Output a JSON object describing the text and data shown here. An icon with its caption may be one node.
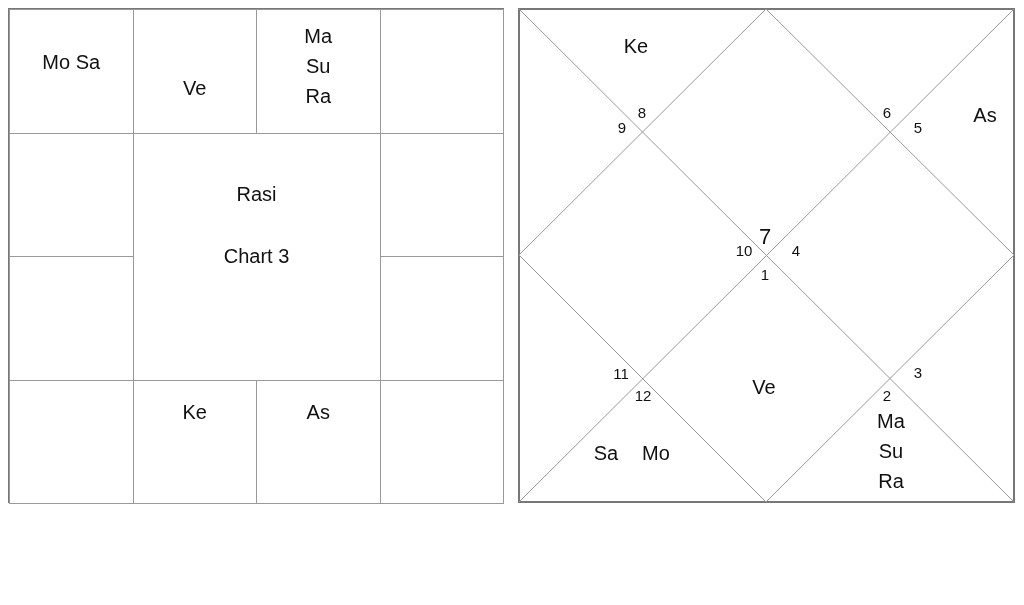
{
  "diagram": {
    "nodes": [
      {
        "text": [
          "Mo Sa"
        ]
      },
      {
        "text": [
          "Ve"
        ]
      },
      {
        "text": [
          "Ma",
          "Su",
          "Ra"
        ]
      },
      {
        "text": [],
        "shape": "box"
      },
      {
        "text": [],
        "shape": "box"
      },
      {
        "text": [
          "Rasi",
          "Chart 3"
        ]
      },
      {
        "text": [],
        "shape": "box"
      },
      {
        "text": [],
        "shape": "box"
      },
      {
        "text": [],
        "shape": "box"
      },
      {
        "text": [],
        "shape": "box"
      },
      {
        "text": [
          "Ke"
        ]
      },
      {
        "text": [
          "As"
        ]
      },
      {
        "text": [],
        "shape": "box"
      }
    ],
    "labels": [
      "Ke",
      "8",
      "9",
      "6",
      "5",
      "As",
      "7",
      "10",
      "4",
      "1",
      "11",
      "3",
      "12",
      "Ve",
      "2",
      "Ma",
      "Su",
      "Ra",
      "Sa",
      "Mo"
    ]
  }
}
